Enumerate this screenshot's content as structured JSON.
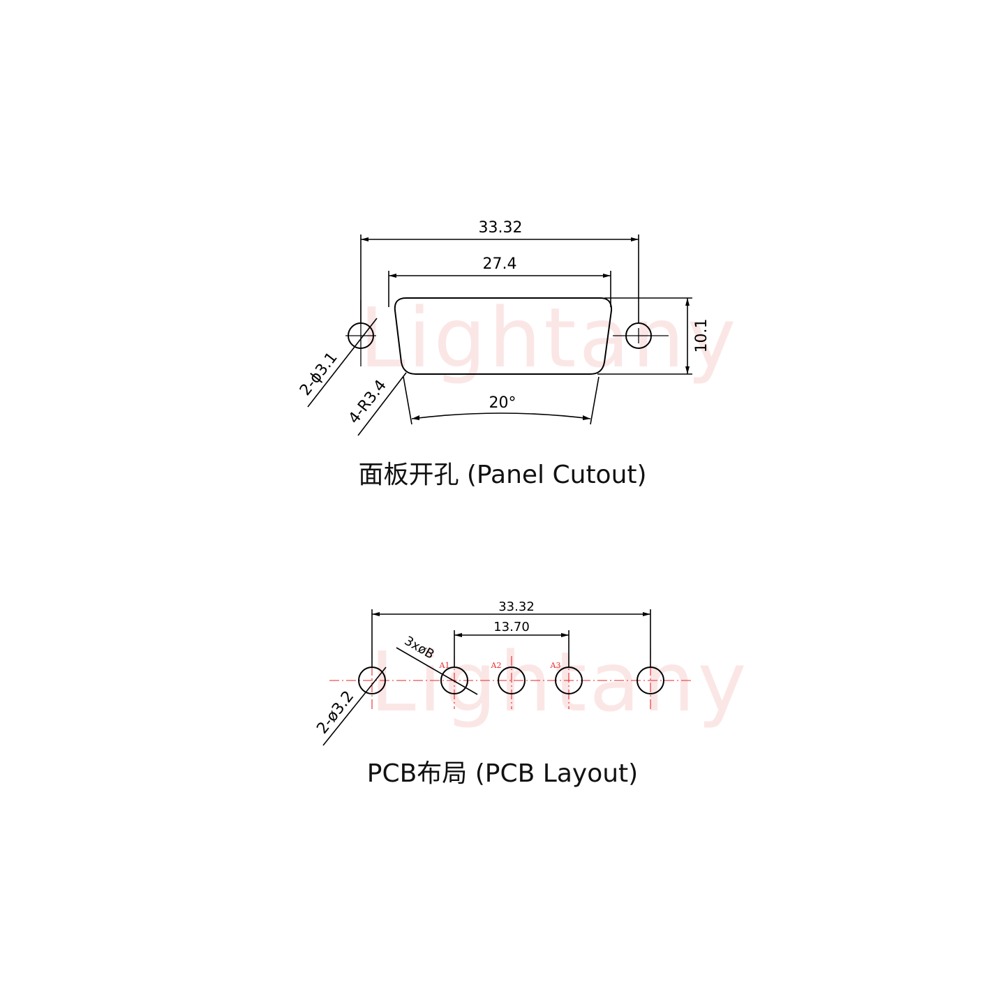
{
  "watermark": "Lightany",
  "panel_cutout": {
    "caption": "面板开孔 (Panel Cutout)",
    "dims": {
      "overall_width": "33.32",
      "opening_width": "27.4",
      "height": "10.1",
      "angle": "20°",
      "mount_hole": "2-ϕ3.1",
      "corner_radius": "4-R3.4"
    }
  },
  "pcb_layout": {
    "caption": "PCB布局 (PCB Layout)",
    "dims": {
      "overall_width": "33.32",
      "pin_span": "13.70",
      "pin_hole": "3xøB",
      "mount_hole": "2-ø3.2"
    },
    "pins": [
      "A1",
      "A2",
      "A3"
    ]
  },
  "colors": {
    "line": "#000000",
    "centerline": "#e8262a",
    "watermark": "#f7c9c9"
  }
}
